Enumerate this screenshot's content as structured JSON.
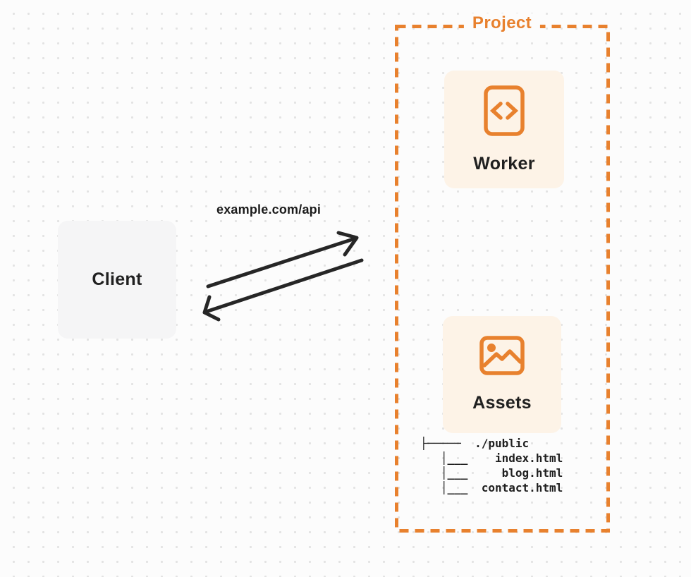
{
  "colors": {
    "accent": "#E8812E",
    "card_bg": "#FDF3E7",
    "client_bg": "#F5F5F6",
    "ink": "#202020",
    "page_bg": "#FCFCFC",
    "dot": "#E3E3E3",
    "arrow": "#262626"
  },
  "client": {
    "label": "Client"
  },
  "request": {
    "label": "example.com/api"
  },
  "project": {
    "title": "Project",
    "worker": {
      "label": "Worker",
      "icon": "code-icon"
    },
    "assets": {
      "label": "Assets",
      "icon": "image-icon"
    },
    "file_tree": {
      "lines": [
        "├─────  ./public",
        "   │___    index.html",
        "   │___     blog.html",
        "   │___  contact.html"
      ]
    }
  }
}
